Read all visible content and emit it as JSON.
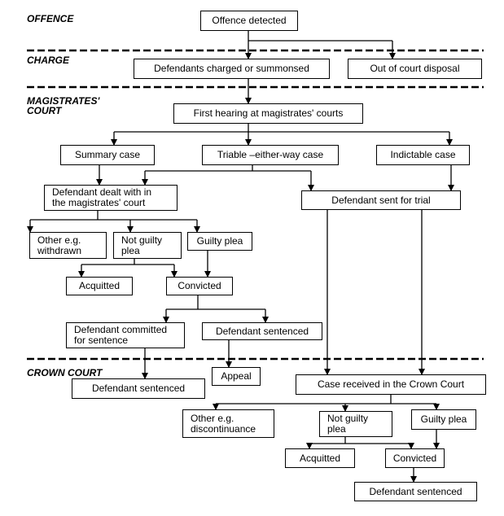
{
  "sections": {
    "offence": "OFFENCE",
    "charge": "CHARGE",
    "magistrates": "MAGISTRATES'\nCOURT",
    "crown": "CROWN COURT"
  },
  "boxes": {
    "offence_detected": "Offence detected",
    "charged": "Defendants charged or summonsed",
    "out_of_court": "Out of court disposal",
    "first_hearing": "First hearing at magistrates' courts",
    "summary_case": "Summary case",
    "triable_either_way": "Triable –either-way case",
    "indictable_case": "Indictable case",
    "dealt_with": "Defendant dealt with in\nthe magistrates' court",
    "sent_for_trial": "Defendant sent for trial",
    "mag_other": "Other e.g.\nwithdrawn",
    "mag_not_guilty": "Not guilty\nplea",
    "mag_guilty": "Guilty plea",
    "mag_acquitted": "Acquitted",
    "mag_convicted": "Convicted",
    "committed_for_sentence": "Defendant committed\nfor sentence",
    "mag_sentenced": "Defendant sentenced",
    "crown_sentenced_committed": "Defendant sentenced",
    "appeal": "Appeal",
    "case_received": "Case received in the Crown Court",
    "crown_other": "Other e.g.\ndiscontinuance",
    "crown_not_guilty": "Not guilty\nplea",
    "crown_guilty": "Guilty plea",
    "crown_acquitted": "Acquitted",
    "crown_convicted": "Convicted",
    "crown_sentenced": "Defendant sentenced"
  }
}
